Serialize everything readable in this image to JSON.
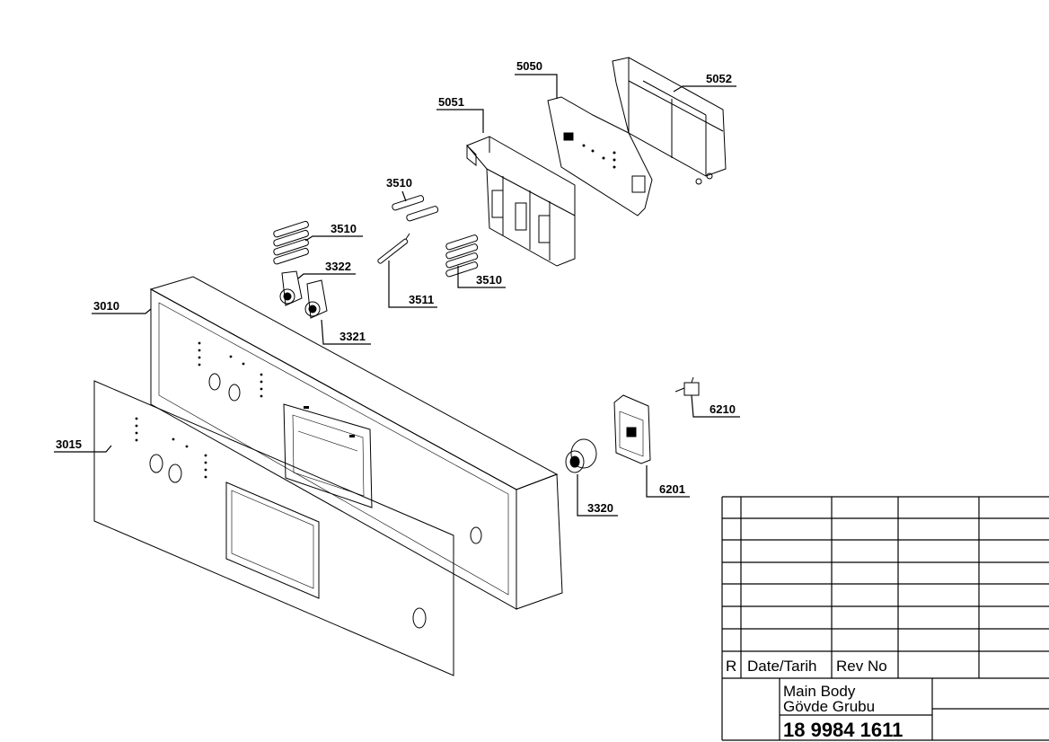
{
  "labels": {
    "p5050": "5050",
    "p5052": "5052",
    "p5051": "5051",
    "p3510a": "3510",
    "p3510b": "3510",
    "p3510c": "3510",
    "p3322": "3322",
    "p3511": "3511",
    "p3010": "3010",
    "p3321": "3321",
    "p3015": "3015",
    "p6210": "6210",
    "p6201": "6201",
    "p3320": "3320"
  },
  "title_block": {
    "rev_header": "R",
    "date_header": "Date/Tarih",
    "revno_header": "Rev No",
    "name_en": "Main Body",
    "name_tr": "Gövde Grubu",
    "part_number": "18 9984 1611"
  }
}
